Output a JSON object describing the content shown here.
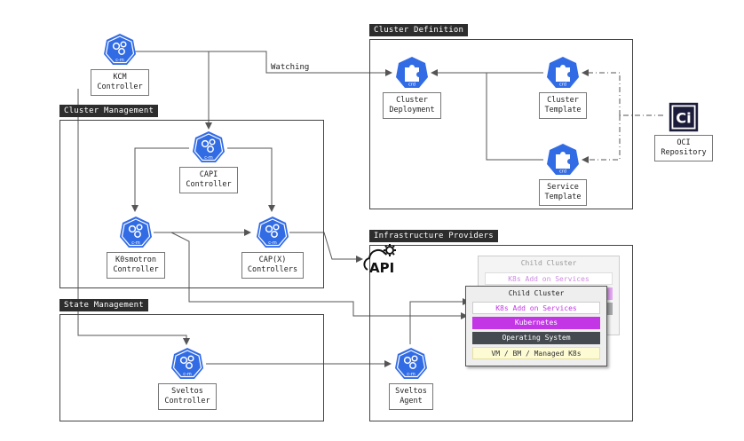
{
  "groups": {
    "cluster_definition": "Cluster Definition",
    "cluster_management": "Cluster Management",
    "state_management": "State Management",
    "infrastructure_providers": "Infrastructure Providers"
  },
  "nodes": {
    "kcm": "KCM\nController",
    "capi": "CAPI\nController",
    "k0smotron": "K0smotron\nController",
    "capx": "CAP(X)\nControllers",
    "sveltos_controller": "Sveltos\nController",
    "sveltos_agent": "Sveltos\nAgent",
    "cluster_deployment": "Cluster\nDeployment",
    "cluster_template": "Cluster\nTemplate",
    "service_template": "Service\nTemplate",
    "oci": "OCI\nRepository"
  },
  "icons": {
    "controller_badge": "c-m",
    "crd_badge": "crd",
    "oci_logo": "Ci",
    "api": "API"
  },
  "edges": {
    "watching": "Watching"
  },
  "child_cluster_back": {
    "title": "Child Cluster",
    "addons": "K8s Add on Services"
  },
  "child_cluster_front": {
    "title": "Child Cluster",
    "addons": "K8s Add on Services",
    "kubernetes": "Kubernetes",
    "os": "Operating System",
    "infra": "VM / BM / Managed K8s"
  },
  "colors": {
    "k8s_blue": "#326ce5",
    "title_bg": "#2d2d2d",
    "kubernetes_purple": "#c236e6",
    "os_dark": "#444a4f",
    "infra_yellow": "#fdfbd4",
    "oci_navy": "#1b1b3a"
  }
}
